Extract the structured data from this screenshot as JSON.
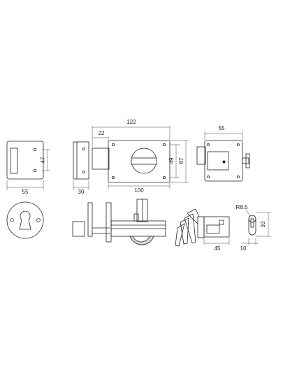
{
  "dimensions": {
    "front_plate_width": "55",
    "front_plate_height": "47",
    "side_depth": "30",
    "top_overall": "122",
    "top_offset": "22",
    "body_width": "100",
    "body_height_inner": "49",
    "body_height_outer": "67",
    "rear_width": "55",
    "radius": "R8.5",
    "cylinder_height": "33",
    "cylinder_length": "45",
    "cylinder_width": "10"
  },
  "colors": {
    "line": "#222222",
    "background": "#ffffff"
  }
}
